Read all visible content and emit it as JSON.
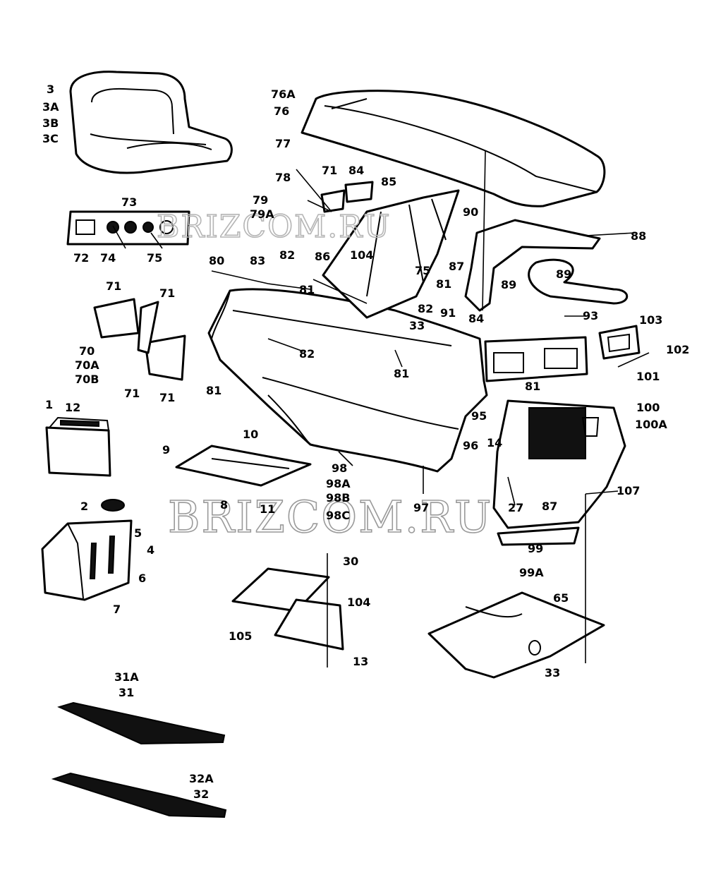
{
  "watermark": "BRIZCOM.RU",
  "labels": {
    "l1": "1",
    "l2": "2",
    "l3": "3",
    "l3A": "3A",
    "l3B": "3B",
    "l3C": "3C",
    "l4": "4",
    "l5": "5",
    "l6": "6",
    "l7": "7",
    "l8": "8",
    "l9": "9",
    "l10": "10",
    "l11": "11",
    "l12": "12",
    "l13": "13",
    "l14": "14",
    "l27": "27",
    "l30": "30",
    "l31": "31",
    "l31A": "31A",
    "l32": "32",
    "l32A": "32A",
    "l33a": "33",
    "l33b": "33",
    "l65": "65",
    "l70": "70",
    "l70A": "70A",
    "l70B": "70B",
    "l71a": "71",
    "l71b": "71",
    "l71c": "71",
    "l71d": "71",
    "l71e": "71",
    "l72": "72",
    "l73": "73",
    "l74": "74",
    "l75": "75",
    "l75b": "75",
    "l76": "76",
    "l76A": "76A",
    "l77": "77",
    "l78": "78",
    "l79": "79",
    "l79A": "79A",
    "l80": "80",
    "l81a": "81",
    "l81b": "81",
    "l81c": "81",
    "l81d": "81",
    "l81e": "81",
    "l82a": "82",
    "l82b": "82",
    "l82c": "82",
    "l83": "83",
    "l84": "84",
    "l84b": "84",
    "l85": "85",
    "l86": "86",
    "l87": "87",
    "l87b": "87",
    "l88": "88",
    "l89": "89",
    "l89b": "89",
    "l90": "90",
    "l91": "91",
    "l93": "93",
    "l95": "95",
    "l96": "96",
    "l97": "97",
    "l98": "98",
    "l98A": "98A",
    "l98B": "98B",
    "l98C": "98C",
    "l99": "99",
    "l99A": "99A",
    "l100": "100",
    "l100A": "100A",
    "l101": "101",
    "l102": "102",
    "l103": "103",
    "l104a": "104",
    "l104b": "104",
    "l105": "105",
    "l107": "107"
  }
}
